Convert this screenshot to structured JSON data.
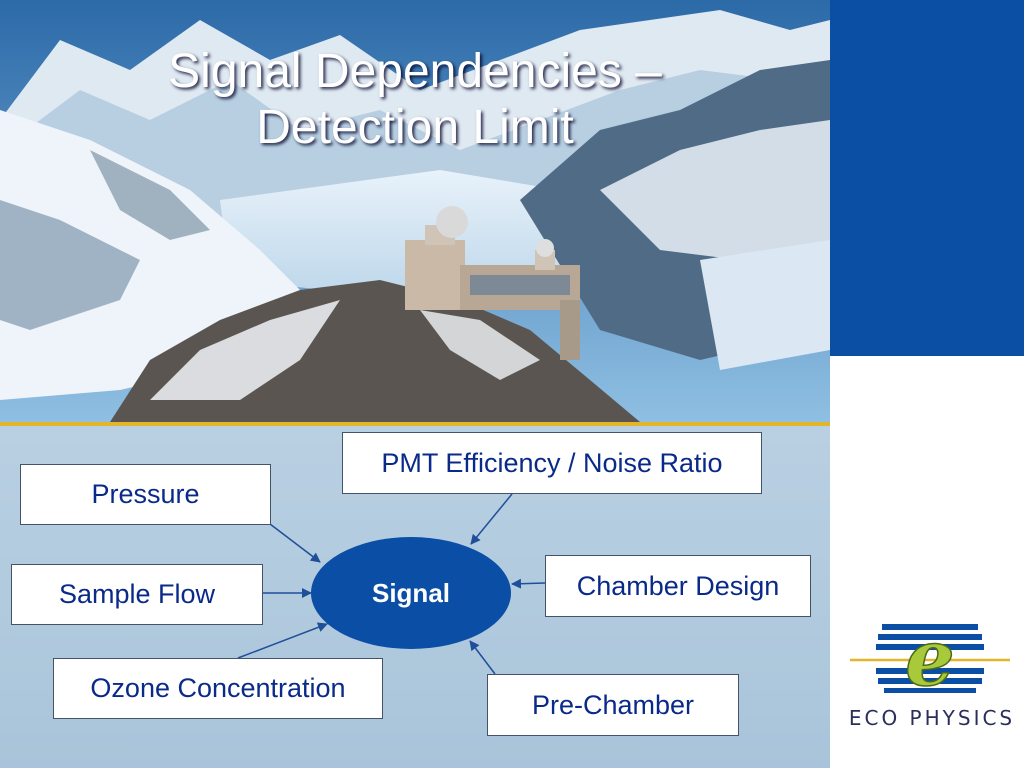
{
  "slide": {
    "title_line1": "Signal Dependencies –",
    "title_line2": "Detection Limit"
  },
  "diagram": {
    "center": "Signal",
    "factors": {
      "pressure": "Pressure",
      "sample_flow": "Sample Flow",
      "ozone_concentration": "Ozone Concentration",
      "pmt_efficiency": "PMT Efficiency / Noise Ratio",
      "chamber_design": "Chamber Design",
      "pre_chamber": "Pre-Chamber"
    }
  },
  "brand": {
    "name": "ECO PHYSICS",
    "logo_icon": "eco-physics-e-logo",
    "colors": {
      "blue": "#0a4fa3",
      "gold": "#e3b52a",
      "green": "#a8c93a"
    }
  }
}
